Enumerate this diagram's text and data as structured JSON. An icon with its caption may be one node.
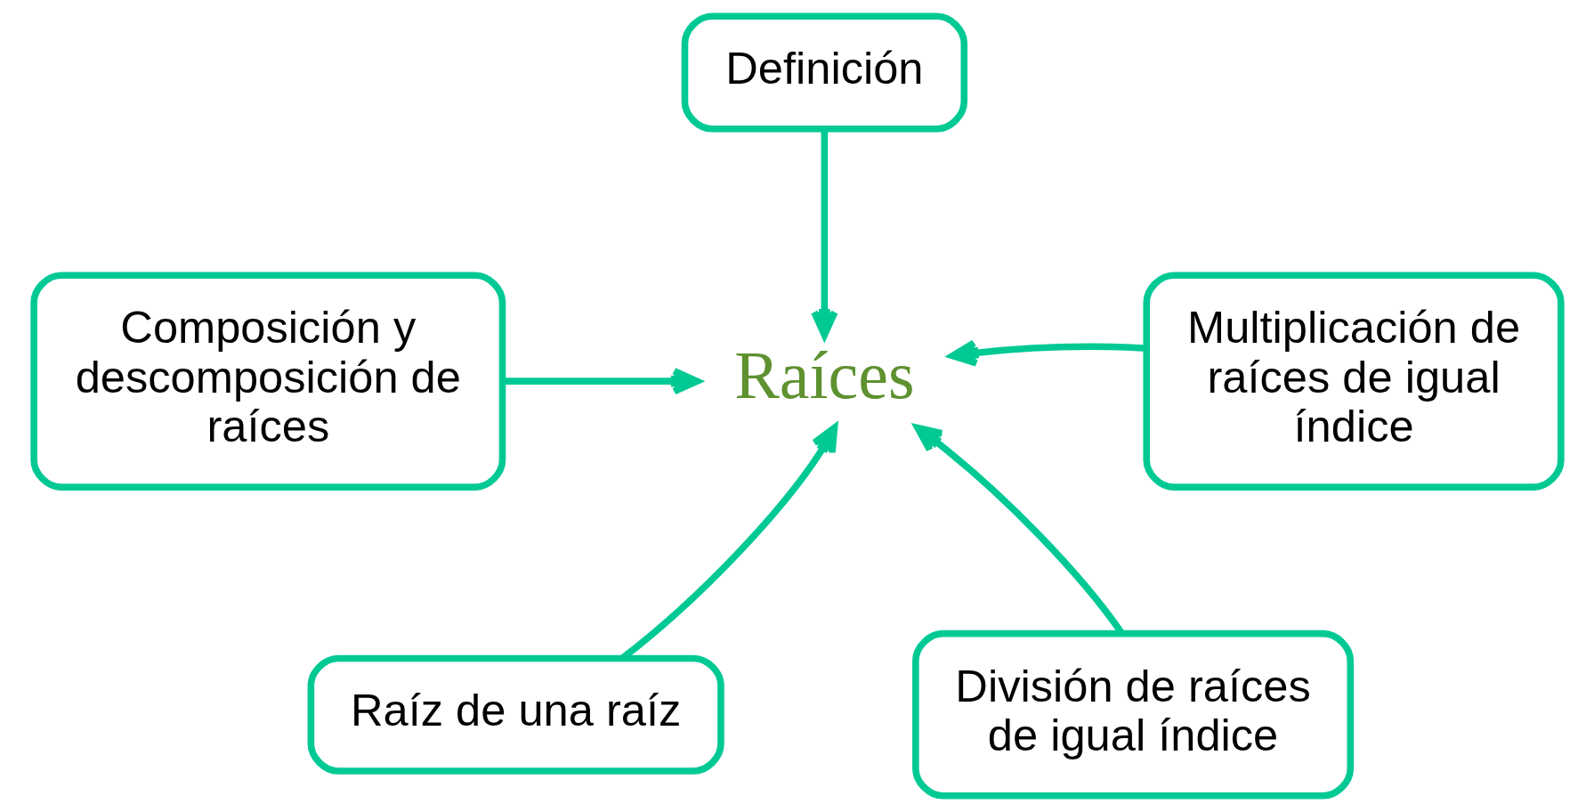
{
  "diagram": {
    "nodes": [
      {
        "text": [
          "Definición"
        ]
      },
      {
        "text": [
          "Composición y descomposición de raíces"
        ]
      },
      {
        "text": [
          "Raíces"
        ]
      },
      {
        "text": [
          "Multiplicación de raíces de igual índice"
        ]
      },
      {
        "text": [
          "Raíz de una raíz"
        ]
      },
      {
        "text": [
          "División de raíces de igual índice"
        ]
      }
    ],
    "edges": [
      {
        "from": 0,
        "to": 2,
        "arrow": "to"
      },
      {
        "from": 1,
        "to": 2,
        "arrow": "to"
      },
      {
        "from": 3,
        "to": 2,
        "arrow": "to"
      },
      {
        "from": 4,
        "to": 2,
        "arrow": "to"
      },
      {
        "from": 5,
        "to": 2,
        "arrow": "to"
      }
    ]
  }
}
